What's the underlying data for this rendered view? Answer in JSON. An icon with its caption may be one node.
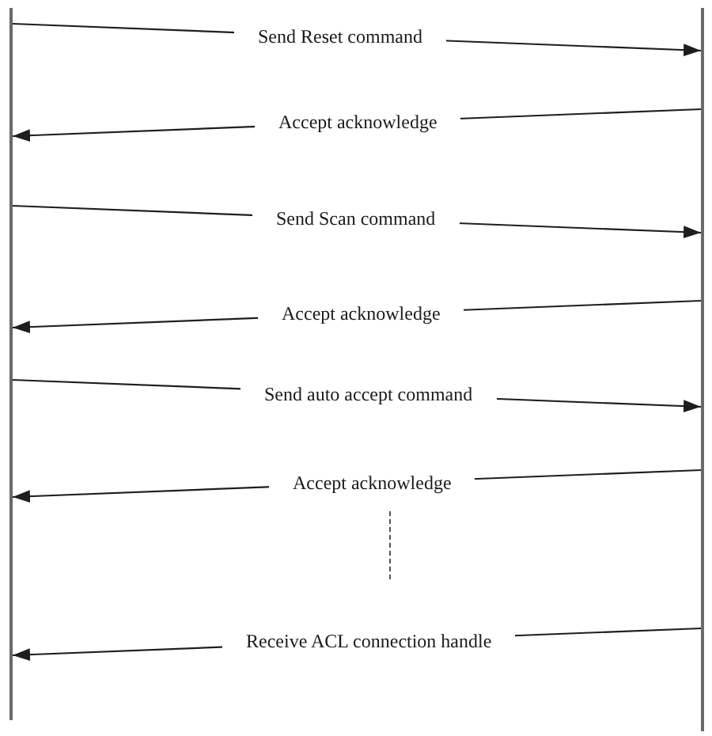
{
  "diagram": {
    "nodes": [
      {
        "text": [],
        "shape": "bar"
      },
      {
        "text": [],
        "shape": "bar"
      }
    ],
    "edges": [
      {
        "from": 0,
        "to": 1,
        "arrow": "to",
        "label": "Send Reset command"
      },
      {
        "from": 1,
        "to": 0,
        "arrow": "to",
        "label": "Accept acknowledge"
      },
      {
        "from": 0,
        "to": 1,
        "arrow": "to",
        "label": "Send Scan command"
      },
      {
        "from": 1,
        "to": 0,
        "arrow": "to",
        "label": "Accept acknowledge"
      },
      {
        "from": 0,
        "to": 1,
        "arrow": "to",
        "label": "Send auto accept command"
      },
      {
        "from": 1,
        "to": 0,
        "arrow": "to",
        "label": "Accept acknowledge"
      },
      {
        "from": 1,
        "to": 0,
        "arrow": "to",
        "label": "Receive ACL connection handle"
      }
    ]
  }
}
